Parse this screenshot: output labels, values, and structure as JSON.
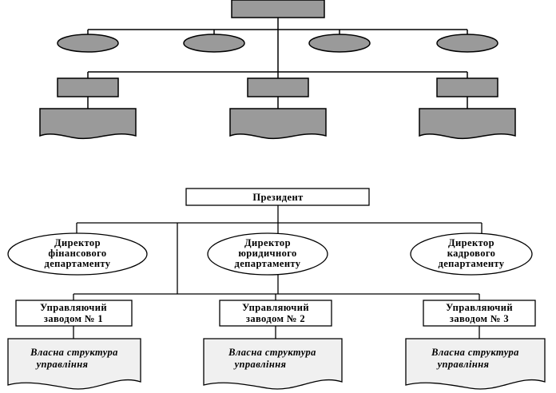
{
  "colors": {
    "fill_dark": "#9a9a9a",
    "fill_light": "#f0f0f0",
    "stroke": "#000000"
  },
  "bottom_chart": {
    "president": "Президент",
    "directors": [
      {
        "line1": "Директор",
        "line2": "фінансового",
        "line3": "департаменту"
      },
      {
        "line1": "Директор",
        "line2": "юридичного",
        "line3": "департаменту"
      },
      {
        "line1": "Директор",
        "line2": "кадрового",
        "line3": "департаменту"
      }
    ],
    "managers": [
      {
        "line1": "Управляючий",
        "line2": "заводом № 1"
      },
      {
        "line1": "Управляючий",
        "line2": "заводом № 2"
      },
      {
        "line1": "Управляючий",
        "line2": "заводом № 3"
      }
    ],
    "structures": [
      {
        "line1": "Власна структура",
        "line2": "управління"
      },
      {
        "line1": "Власна структура",
        "line2": "управління"
      },
      {
        "line1": "Власна структура",
        "line2": "управління"
      }
    ]
  }
}
